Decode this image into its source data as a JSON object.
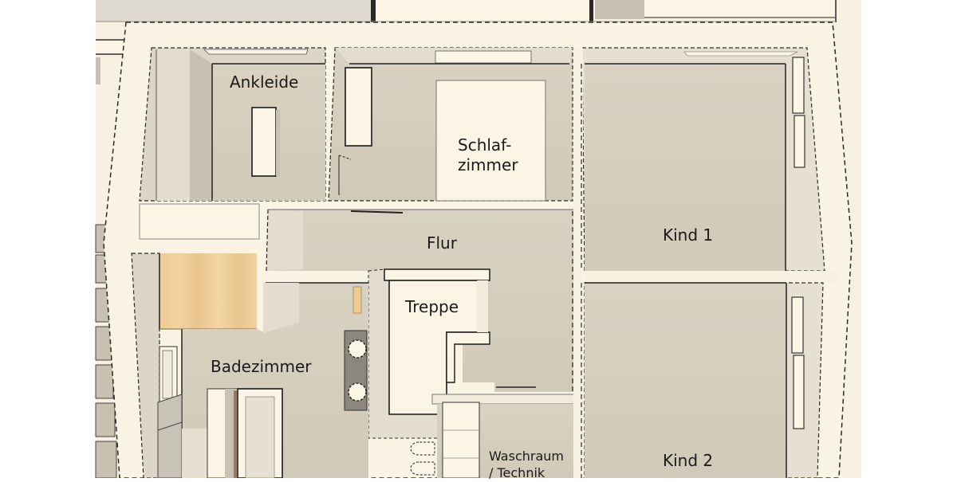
{
  "plan": {
    "title": "",
    "colors": {
      "background": "#ffffff",
      "wall": "#fbf4e5",
      "floor": "#d6cebd",
      "floor_light": "#e2dccf",
      "wood": "#eecb93",
      "furniture": "#fdf6e6",
      "line": "#1a1a1a",
      "appliance": "#8b877c"
    },
    "rooms": [
      {
        "id": "ankleide",
        "label": "Ankleide"
      },
      {
        "id": "schlafzimmer",
        "label_line1": "Schlaf-",
        "label_line2": "zimmer"
      },
      {
        "id": "kind1",
        "label": "Kind 1"
      },
      {
        "id": "flur",
        "label": "Flur"
      },
      {
        "id": "treppe",
        "label": "Treppe"
      },
      {
        "id": "badezimmer",
        "label": "Badezimmer"
      },
      {
        "id": "waschraum",
        "label_line1": "Waschraum",
        "label_line2": "/ Technik"
      },
      {
        "id": "kind2",
        "label": "Kind 2"
      }
    ]
  }
}
